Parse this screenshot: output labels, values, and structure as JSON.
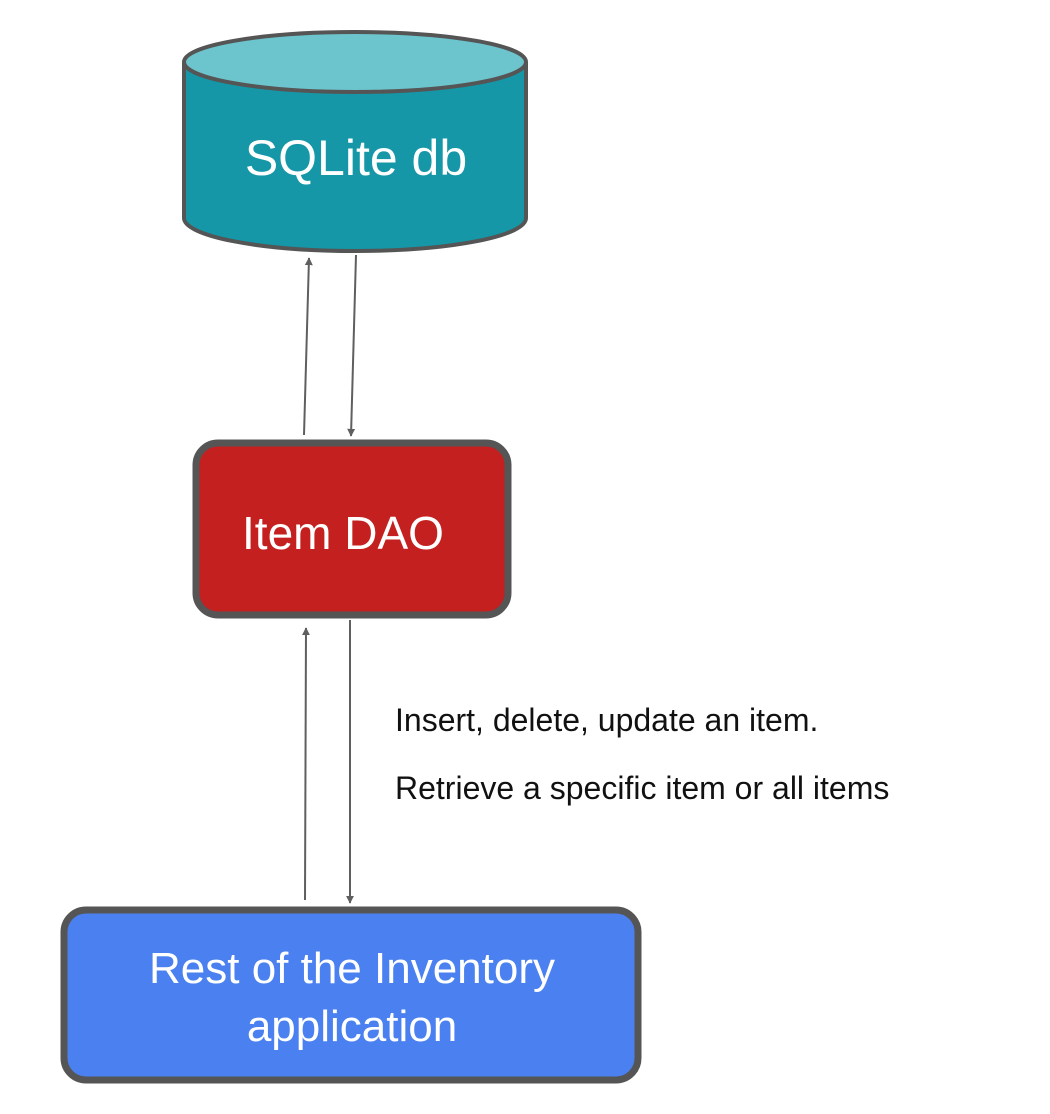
{
  "nodes": {
    "database": {
      "label": "SQLite db",
      "fill": "#1597A8",
      "top_fill": "#6CC4CC"
    },
    "dao": {
      "label": "Item DAO",
      "fill": "#C4201F"
    },
    "app": {
      "label_line1": "Rest of the Inventory",
      "label_line2": "application",
      "fill": "#4A80EF"
    }
  },
  "annotations": {
    "line1": "Insert, delete, update an item.",
    "line2": "Retrieve a specific item or all items"
  },
  "colors": {
    "outline": "#555555",
    "arrow": "#5f5f5f"
  }
}
